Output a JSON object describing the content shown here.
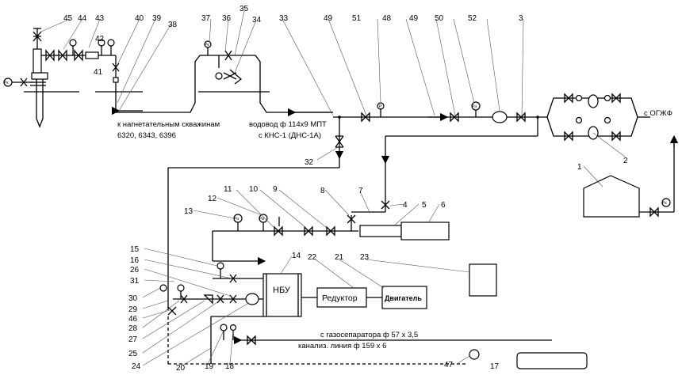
{
  "callouts": {
    "n45": "45",
    "n44": "44",
    "n43": "43",
    "n42": "42",
    "n41": "41",
    "n40": "40",
    "n39": "39",
    "n38": "38",
    "n37": "37",
    "n36": "36",
    "n35": "35",
    "n34": "34",
    "n33": "33",
    "n49a": "49",
    "n51": "51",
    "n48": "48",
    "n49b": "49",
    "n50": "50",
    "n52": "52",
    "n3": "3",
    "n2": "2",
    "n1": "1",
    "n32": "32",
    "n7": "7",
    "n8": "8",
    "n4": "4",
    "n5": "5",
    "n6": "6",
    "n11": "11",
    "n10": "10",
    "n9": "9",
    "n12": "12",
    "n13": "13",
    "n15": "15",
    "n16": "16",
    "n26": "26",
    "n31": "31",
    "n30": "30",
    "n29": "29",
    "n46": "46",
    "n28": "28",
    "n27": "27",
    "n25": "25",
    "n24": "24",
    "n20": "20",
    "n19": "19",
    "n18": "18",
    "n14": "14",
    "n22": "22",
    "n21": "21",
    "n23": "23",
    "n47": "47",
    "n17": "17"
  },
  "captions": {
    "to_wells_1": "к нагнетательным скважинам",
    "to_wells_2": "6320, 6343, 6396",
    "water_line": "водовод ф 114х9 МПТ",
    "from_kns": "с КНС-1 (ДНС-1А)",
    "from_ogzf": "с ОГЖФ",
    "from_separator": "с газосепаратора ф 57 х 3,5",
    "sewer_line": "канализ. линия ф 159 х 6"
  },
  "equipment": {
    "pump_unit": "НБУ",
    "gearbox": "Редуктор",
    "engine": "Двигатель"
  },
  "gauges": {
    "label_pk": "Рк",
    "label_p": "Р",
    "label_pn": "Рн",
    "label_pv": "Рв"
  }
}
